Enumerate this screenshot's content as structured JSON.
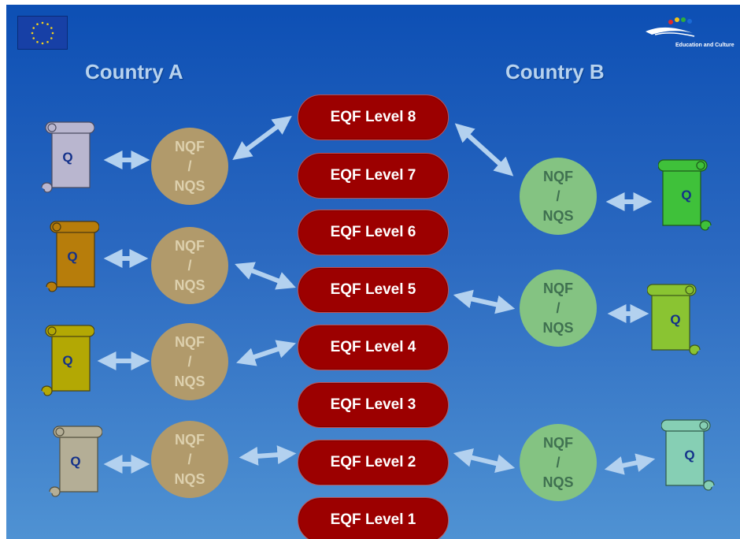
{
  "country_a": {
    "title": "Country A"
  },
  "country_b": {
    "title": "Country B"
  },
  "logo": {
    "caption": "Education and Culture"
  },
  "eqf_levels": [
    {
      "label": "EQF Level 8"
    },
    {
      "label": "EQF Level 7"
    },
    {
      "label": "EQF Level 6"
    },
    {
      "label": "EQF Level 5"
    },
    {
      "label": "EQF Level 4"
    },
    {
      "label": "EQF Level 3"
    },
    {
      "label": "EQF Level 2"
    },
    {
      "label": "EQF Level 1"
    }
  ],
  "nqf": {
    "line1": "NQF",
    "line2": "/",
    "line3": "NQS"
  },
  "qualification": {
    "label": "Q"
  },
  "links": {
    "country_a": [
      "EQF Level 8",
      "EQF Level 5",
      "EQF Level 4",
      "EQF Level 2"
    ],
    "country_b": [
      "EQF Level 8",
      "EQF Level 5",
      "EQF Level 2"
    ]
  },
  "colors": {
    "eqf_fill": "#9c0000",
    "nqf_country_a": "#b19a6b",
    "nqf_country_b": "#84c382",
    "arrow": "#b3d1ef",
    "scroll_a": [
      "#b9b6cf",
      "#b77d0b",
      "#b3a804",
      "#b4ae96"
    ],
    "scroll_b": [
      "#3fc13a",
      "#8ac432",
      "#86cfb4"
    ]
  }
}
